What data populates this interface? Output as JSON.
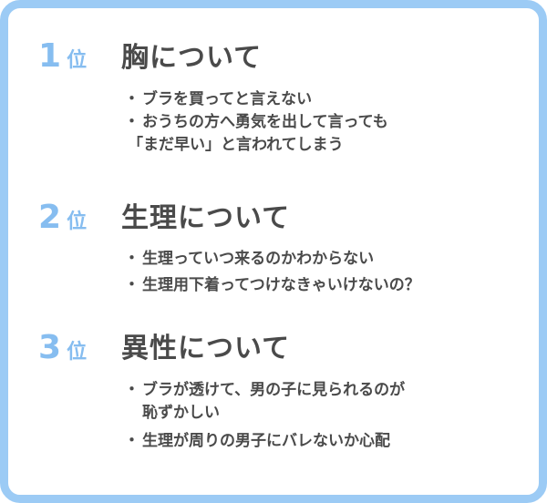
{
  "sections": [
    {
      "rank_number": "1",
      "rank_suffix": "位",
      "heading": "胸について",
      "items": [
        [
          "ブラを買ってと言えない"
        ],
        [
          "おうちの方へ勇気を出して言っても",
          "「まだ早い」と言われてしまう"
        ]
      ]
    },
    {
      "rank_number": "2",
      "rank_suffix": "位",
      "heading": "生理について",
      "items": [
        [
          "生理っていつ来るのかわからない"
        ],
        [
          "生理用下着ってつけなきゃいけないの？"
        ]
      ]
    },
    {
      "rank_number": "3",
      "rank_suffix": "位",
      "heading": "異性について",
      "items": [
        [
          "ブラが透けて、男の子に見られるのが",
          "恥ずかしい"
        ],
        [
          "生理が周りの男子にバレないか心配"
        ]
      ]
    }
  ],
  "colors": {
    "frame": "#9ccbf5",
    "rank": "#86bdf0",
    "text": "#4a4a4a"
  }
}
